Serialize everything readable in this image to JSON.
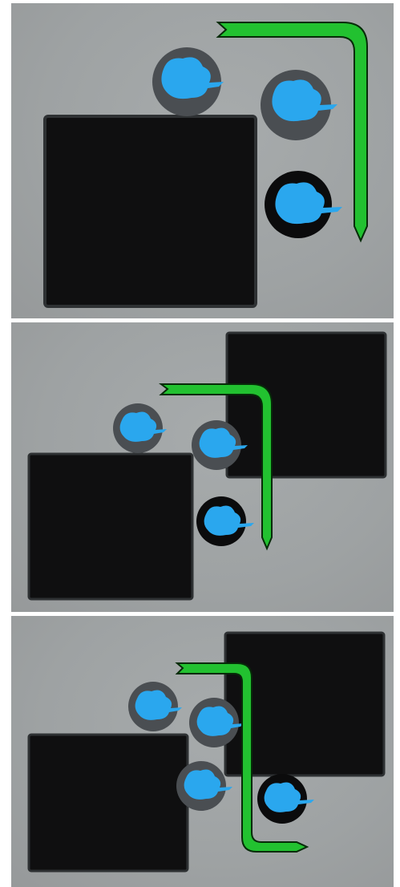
{
  "colors": {
    "background": "#a2a6a7",
    "table": "#0f0f10",
    "table_border": "#2e3133",
    "arrow": "#22c130",
    "arrow_outline": "#062b08",
    "cup_gray": "#4a4e52",
    "cup_black": "#0b0b0c",
    "object": "#2aa7ee"
  },
  "icons": {
    "arrow": "bent-arrow-icon",
    "cup": "cup-icon",
    "object": "blue-object-icon"
  },
  "scenes": [
    {
      "tables": 1,
      "gray_cups": 2,
      "black_cups": 1
    },
    {
      "tables": 2,
      "gray_cups": 2,
      "black_cups": 1
    },
    {
      "tables": 2,
      "gray_cups": 3,
      "black_cups": 1
    }
  ]
}
